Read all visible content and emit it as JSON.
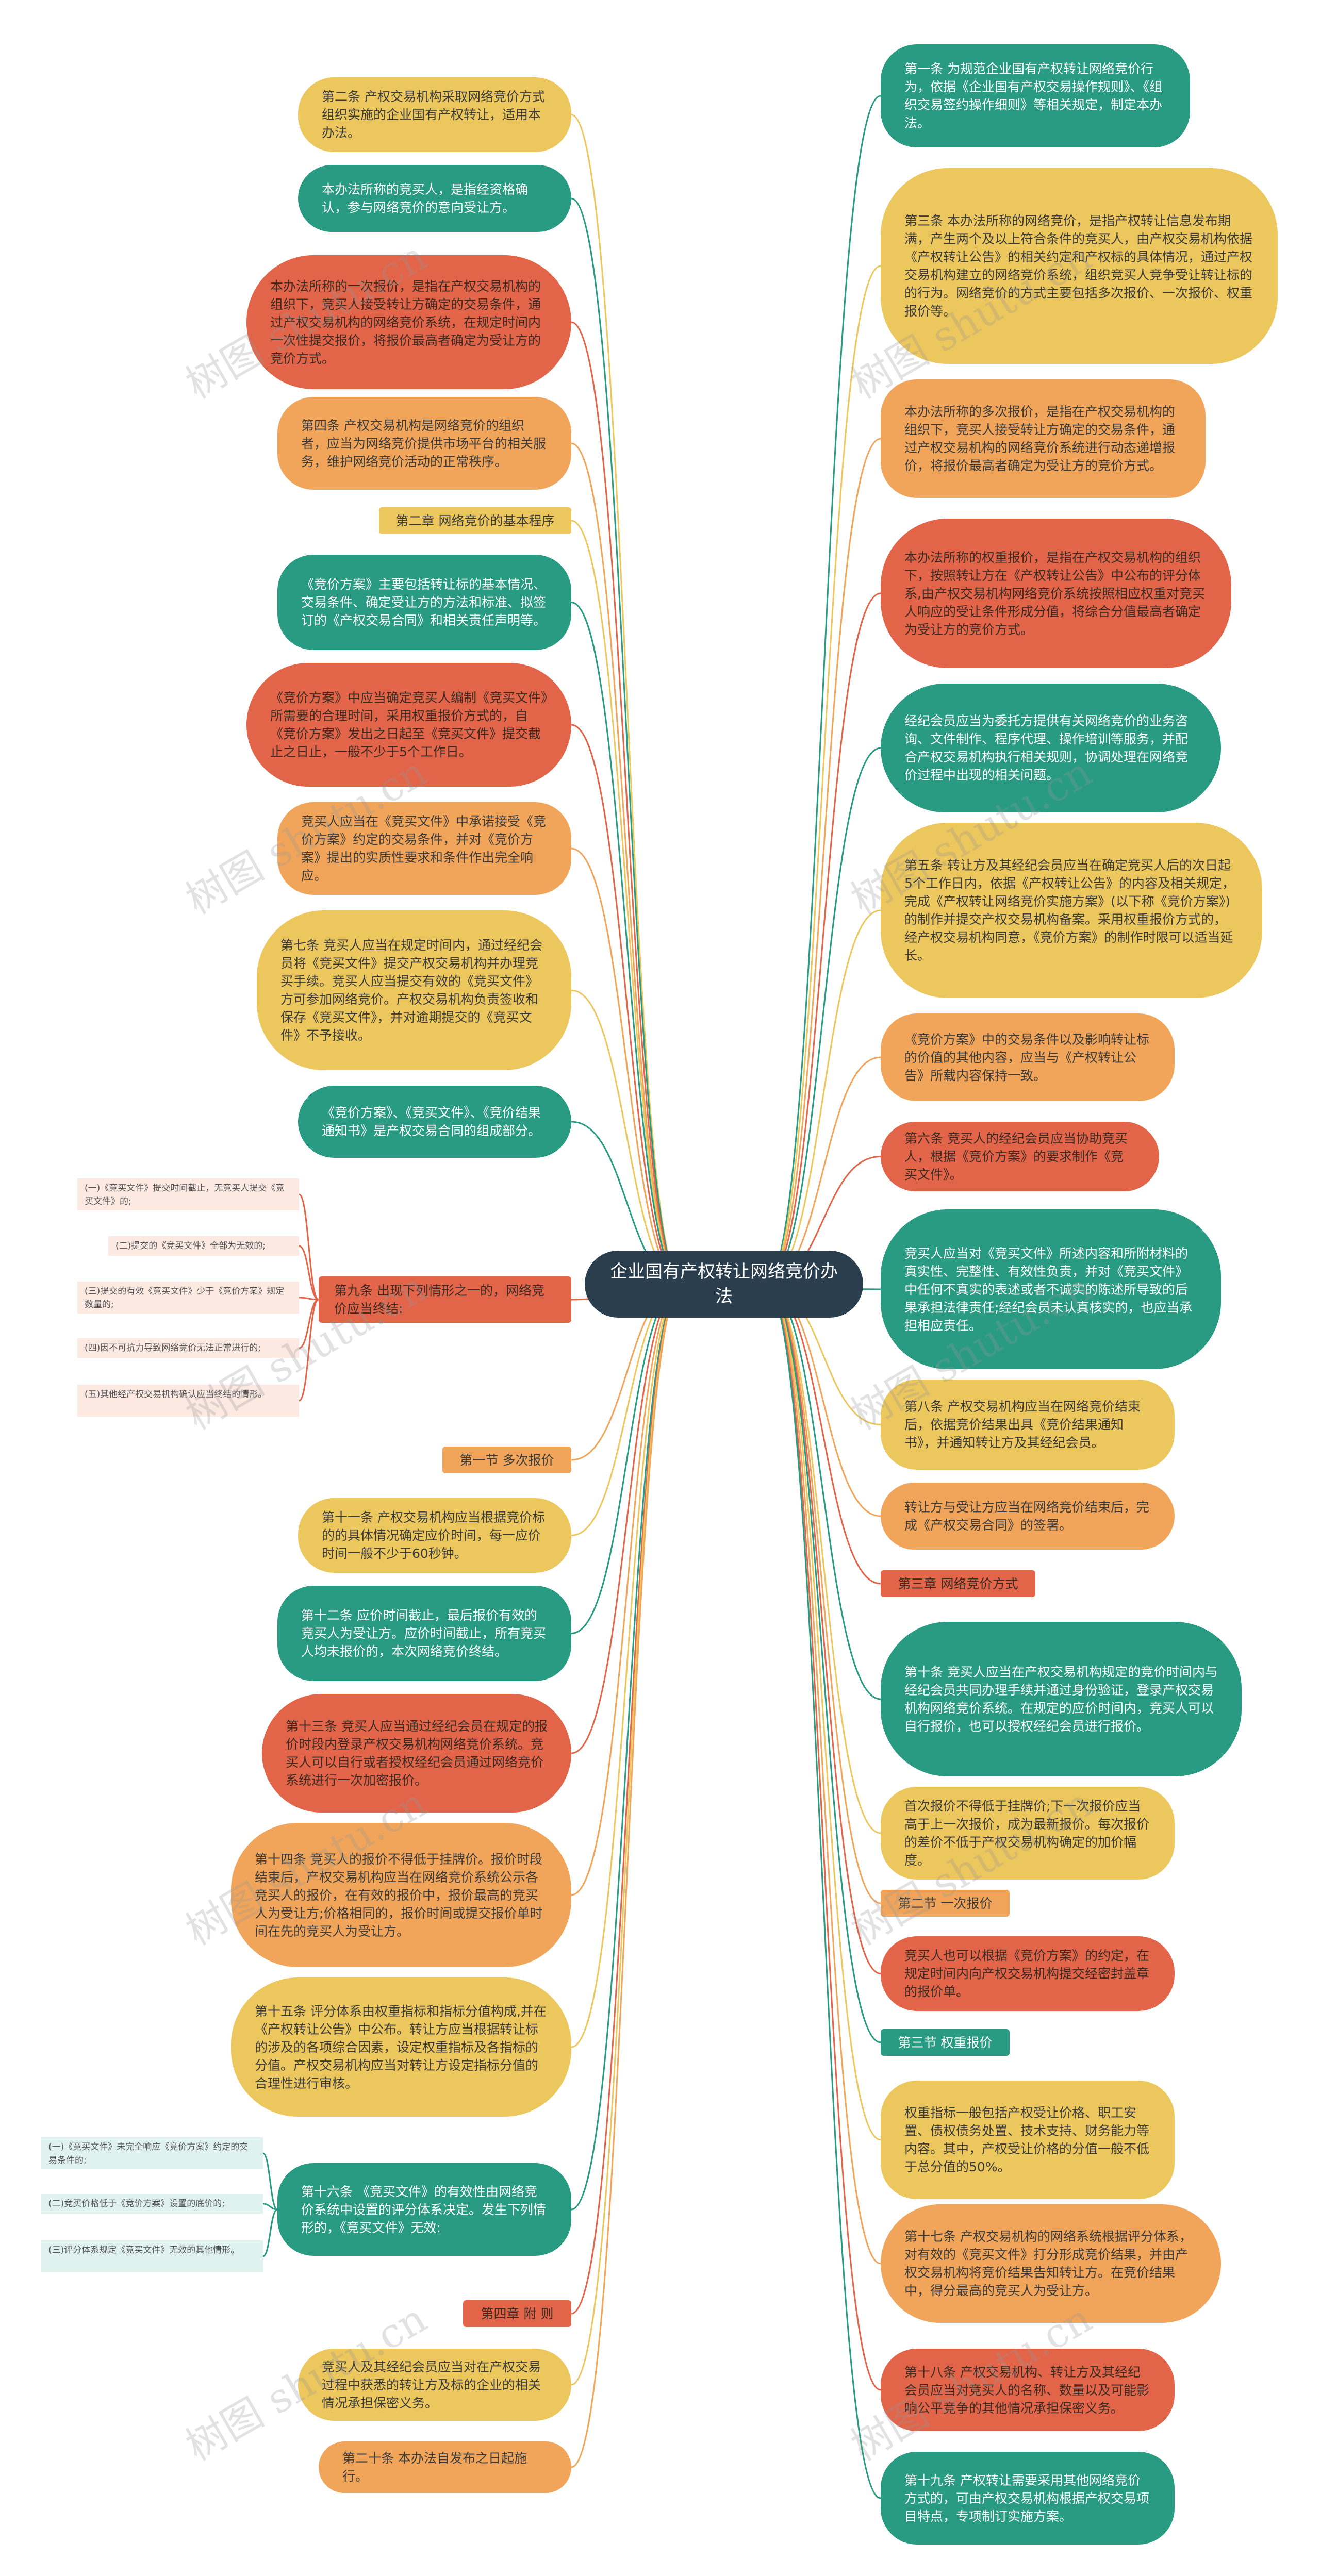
{
  "center_title": "企业国有产权转让网络竞价办法",
  "watermark": "树图 shutu.cn",
  "left_nodes": [
    "第二条 产权交易机构采取网络竞价方式组织实施的企业国有产权转让，适用本办法。",
    "本办法所称的竞买人，是指经资格确认，参与网络竞价的意向受让方。",
    "本办法所称的一次报价，是指在产权交易机构的组织下，竞买人接受转让方确定的交易条件，通过产权交易机构的网络竞价系统，在规定时间内一次性提交报价，将报价最高者确定为受让方的竞价方式。",
    "第四条 产权交易机构是网络竞价的组织者，应当为网络竞价提供市场平台的相关服务，维护网络竞价活动的正常秩序。",
    "第二章 网络竞价的基本程序",
    "《竞价方案》主要包括转让标的基本情况、交易条件、确定受让方的方法和标准、拟签订的《产权交易合同》和相关责任声明等。",
    "《竞价方案》中应当确定竞买人编制《竞买文件》所需要的合理时间，采用权重报价方式的，自《竞价方案》发出之日起至《竞买文件》提交截止之日止，一般不少于5个工作日。",
    "竞买人应当在《竞买文件》中承诺接受《竞价方案》约定的交易条件，并对《竞价方案》提出的实质性要求和条件作出完全响应。",
    "第七条 竞买人应当在规定时间内，通过经纪会员将《竞买文件》提交产权交易机构并办理竞买手续。竞买人应当提交有效的《竞买文件》方可参加网络竞价。产权交易机构负责签收和保存《竞买文件》，并对逾期提交的《竞买文件》不予接收。",
    "《竞价方案》、《竞买文件》、《竞价结果通知书》是产权交易合同的组成部分。",
    "第九条 出现下列情形之一的，网络竞价应当终结:",
    "第一节 多次报价",
    "第十一条 产权交易机构应当根据竞价标的的具体情况确定应价时间，每一应价时间一般不少于60秒钟。",
    "第十二条 应价时间截止，最后报价有效的竞买人为受让方。应价时间截止，所有竞买人均未报价的，本次网络竞价终结。",
    "第十三条 竞买人应当通过经纪会员在规定的报价时段内登录产权交易机构网络竞价系统。竞买人可以自行或者授权经纪会员通过网络竞价系统进行一次加密报价。",
    "第十四条 竞买人的报价不得低于挂牌价。报价时段结束后，产权交易机构应当在网络竞价系统公示各竞买人的报价，在有效的报价中，报价最高的竞买人为受让方;价格相同的，报价时间或提交报价单时间在先的竞买人为受让方。",
    "第十五条 评分体系由权重指标和指标分值构成,并在《产权转让公告》中公布。转让方应当根据转让标的涉及的各项综合因素，设定权重指标及各指标的分值。产权交易机构应当对转让方设定指标分值的合理性进行审核。",
    "第十六条 《竞买文件》的有效性由网络竞价系统中设置的评分体系决定。发生下列情形的，《竞买文件》无效:",
    "第四章 附 则",
    "竞买人及其经纪会员应当对在产权交易过程中获悉的转让方及标的企业的相关情况承担保密义务。",
    "第二十条 本办法自发布之日起施行。"
  ],
  "right_nodes": [
    "第一条 为规范企业国有产权转让网络竞价行为，依据《企业国有产权交易操作规则》、《组织交易签约操作细则》等相关规定，制定本办法。",
    "第三条 本办法所称的网络竞价，是指产权转让信息发布期满，产生两个及以上符合条件的竞买人，由产权交易机构依据《产权转让公告》的相关约定和产权标的具体情况，通过产权交易机构建立的网络竞价系统，组织竞买人竞争受让转让标的的行为。网络竞价的方式主要包括多次报价、一次报价、权重报价等。",
    "本办法所称的多次报价，是指在产权交易机构的组织下，竞买人接受转让方确定的交易条件，通过产权交易机构的网络竞价系统进行动态递增报价，将报价最高者确定为受让方的竞价方式。",
    "本办法所称的权重报价，是指在产权交易机构的组织下，按照转让方在《产权转让公告》中公布的评分体系,由产权交易机构网络竞价系统按照相应权重对竞买人响应的受让条件形成分值，将综合分值最高者确定为受让方的竞价方式。",
    "经纪会员应当为委托方提供有关网络竞价的业务咨询、文件制作、程序代理、操作培训等服务，并配合产权交易机构执行相关规则，协调处理在网络竞价过程中出现的相关问题。",
    "第五条 转让方及其经纪会员应当在确定竞买人后的次日起5个工作日内，依据《产权转让公告》的内容及相关规定，完成《产权转让网络竞价实施方案》(以下称《竞价方案》)的制作并提交产权交易机构备案。采用权重报价方式的，经产权交易机构同意，《竞价方案》的制作时限可以适当延长。",
    "《竞价方案》中的交易条件以及影响转让标的价值的其他内容，应当与《产权转让公告》所载内容保持一致。",
    "第六条 竞买人的经纪会员应当协助竞买人，根据《竞价方案》的要求制作《竞买文件》。",
    "竞买人应当对《竞买文件》所述内容和所附材料的真实性、完整性、有效性负责，并对《竞买文件》中任何不真实的表述或者不诚实的陈述所导致的后果承担法律责任;经纪会员未认真核实的，也应当承担相应责任。",
    "第八条 产权交易机构应当在网络竞价结束后，依据竞价结果出具《竞价结果通知书》，并通知转让方及其经纪会员。",
    "转让方与受让方应当在网络竞价结束后，完成《产权交易合同》的签署。",
    "第三章 网络竞价方式",
    "第十条 竞买人应当在产权交易机构规定的竞价时间内与经纪会员共同办理手续并通过身份验证，登录产权交易机构网络竞价系统。在规定的应价时间内，竞买人可以自行报价，也可以授权经纪会员进行报价。",
    "首次报价不得低于挂牌价;下一次报价应当高于上一次报价，成为最新报价。每次报价的差价不低于产权交易机构确定的加价幅度。",
    "第二节 一次报价",
    "竞买人也可以根据《竞价方案》的约定，在规定时间内向产权交易机构提交经密封盖章的报价单。",
    "第三节 权重报价",
    "权重指标一般包括产权受让价格、职工安置、债权债务处置、技术支持、财务能力等内容。其中，产权受让价格的分值一般不低于总分值的50%。",
    "第十七条 产权交易机构的网络系统根据评分体系，对有效的《竞买文件》打分形成竞价结果，并由产权交易机构将竞价结果告知转让方。在竞价结果中，得分最高的竞买人为受让方。",
    "第十八条 产权交易机构、转让方及其经纪会员应当对竞买人的名称、数量以及可能影响公平竞争的其他情况承担保密义务。",
    "第十九条 产权转让需要采用其他网络竞价方式的，可由产权交易机构根据产权交易项目特点，专项制订实施方案。"
  ],
  "termination_cases": [
    "(一)《竞买文件》提交时间截止，无竞买人提交《竞买文件》的;",
    "(二)提交的《竞买文件》全部为无效的;",
    "(三)提交的有效《竞买文件》少于《竞价方案》规定数量的;",
    "(四)因不可抗力导致网络竞价无法正常进行的;",
    "(五)其他经产权交易机构确认应当终结的情形。"
  ],
  "invalid_cases": [
    "(一)《竞买文件》未完全响应《竞价方案》约定的交易条件的;",
    "(二)竞买价格低于《竞价方案》设置的底价的;",
    "(三)评分体系规定《竞买文件》无效的其他情形。"
  ],
  "colors": {
    "yellow": "#ecc75e",
    "teal": "#289b82",
    "red": "#e2654a",
    "orange": "#f0a55a",
    "center": "#2a3e4d"
  }
}
